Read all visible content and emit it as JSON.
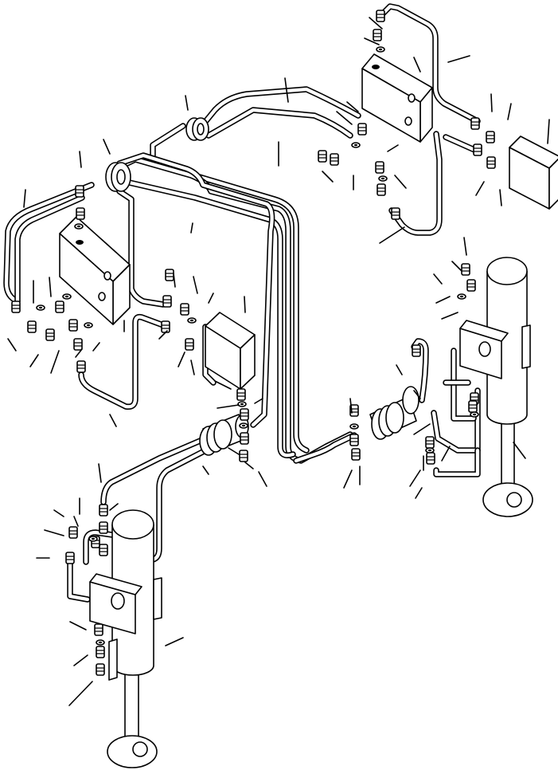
{
  "diagram": {
    "components": {
      "valve_blocks": 2,
      "accumulator_boxes": 2,
      "hydraulic_cylinders": 2,
      "swivel_joints": 4
    }
  }
}
